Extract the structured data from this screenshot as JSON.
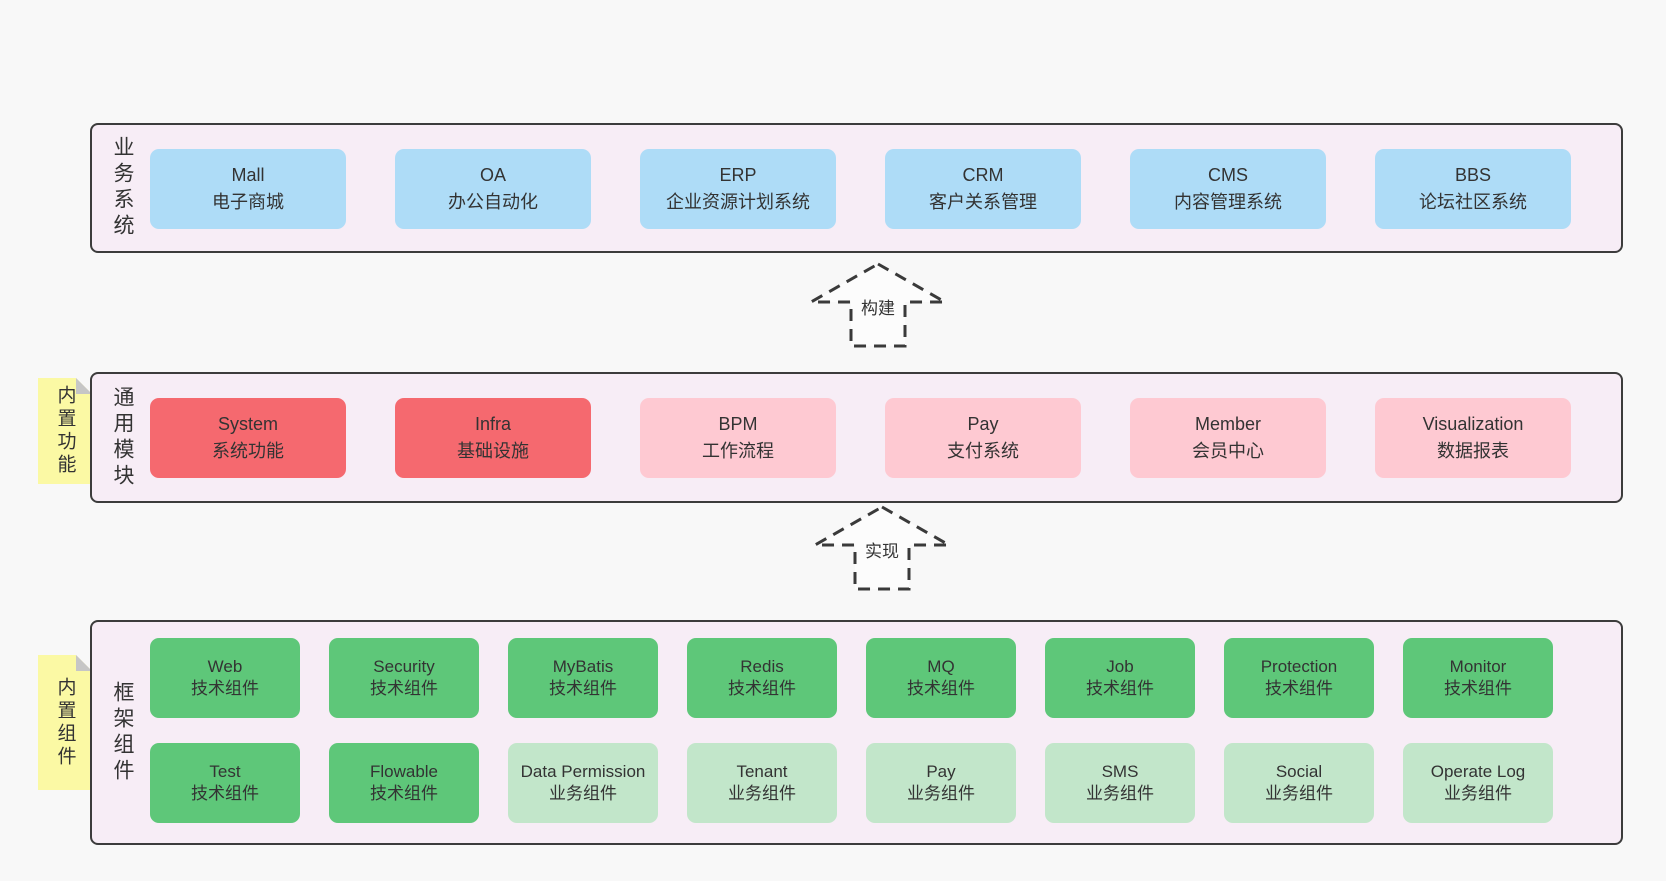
{
  "colors": {
    "page_background": "#f8f8f8",
    "panel_background": "#f7edf6",
    "panel_border": "#3c3c3c",
    "blue_box": "#aedcf7",
    "red_box": "#f5696f",
    "pink_box": "#fec9d2",
    "green_box": "#5ec779",
    "light_green_box": "#c2e6ca",
    "note_yellow": "#fbf9a4",
    "note_fold_gray": "#c6c6c6",
    "text": "#333333"
  },
  "arrows": {
    "build": "构建",
    "implement": "实现"
  },
  "sections": {
    "business": {
      "label": "业务系统",
      "boxes": [
        {
          "title": "Mall",
          "subtitle": "电子商城",
          "variant": "blue"
        },
        {
          "title": "OA",
          "subtitle": "办公自动化",
          "variant": "blue"
        },
        {
          "title": "ERP",
          "subtitle": "企业资源计划系统",
          "variant": "blue"
        },
        {
          "title": "CRM",
          "subtitle": "客户关系管理",
          "variant": "blue"
        },
        {
          "title": "CMS",
          "subtitle": "内容管理系统",
          "variant": "blue"
        },
        {
          "title": "BBS",
          "subtitle": "论坛社区系统",
          "variant": "blue"
        }
      ]
    },
    "modules": {
      "label": "通用模块",
      "note": "内置功能",
      "boxes": [
        {
          "title": "System",
          "subtitle": "系统功能",
          "variant": "red"
        },
        {
          "title": "Infra",
          "subtitle": "基础设施",
          "variant": "red"
        },
        {
          "title": "BPM",
          "subtitle": "工作流程",
          "variant": "pink"
        },
        {
          "title": "Pay",
          "subtitle": "支付系统",
          "variant": "pink"
        },
        {
          "title": "Member",
          "subtitle": "会员中心",
          "variant": "pink"
        },
        {
          "title": "Visualization",
          "subtitle": "数据报表",
          "variant": "pink"
        }
      ]
    },
    "components": {
      "label": "框架组件",
      "note": "内置组件",
      "row1": [
        {
          "title": "Web",
          "subtitle": "技术组件",
          "variant": "green"
        },
        {
          "title": "Security",
          "subtitle": "技术组件",
          "variant": "green"
        },
        {
          "title": "MyBatis",
          "subtitle": "技术组件",
          "variant": "green"
        },
        {
          "title": "Redis",
          "subtitle": "技术组件",
          "variant": "green"
        },
        {
          "title": "MQ",
          "subtitle": "技术组件",
          "variant": "green"
        },
        {
          "title": "Job",
          "subtitle": "技术组件",
          "variant": "green"
        },
        {
          "title": "Protection",
          "subtitle": "技术组件",
          "variant": "green"
        },
        {
          "title": "Monitor",
          "subtitle": "技术组件",
          "variant": "green"
        }
      ],
      "row2": [
        {
          "title": "Test",
          "subtitle": "技术组件",
          "variant": "green"
        },
        {
          "title": "Flowable",
          "subtitle": "技术组件",
          "variant": "green"
        },
        {
          "title": "Data Permission",
          "subtitle": "业务组件",
          "variant": "lightgreen"
        },
        {
          "title": "Tenant",
          "subtitle": "业务组件",
          "variant": "lightgreen"
        },
        {
          "title": "Pay",
          "subtitle": "业务组件",
          "variant": "lightgreen"
        },
        {
          "title": "SMS",
          "subtitle": "业务组件",
          "variant": "lightgreen"
        },
        {
          "title": "Social",
          "subtitle": "业务组件",
          "variant": "lightgreen"
        },
        {
          "title": "Operate Log",
          "subtitle": "业务组件",
          "variant": "lightgreen"
        }
      ]
    }
  }
}
